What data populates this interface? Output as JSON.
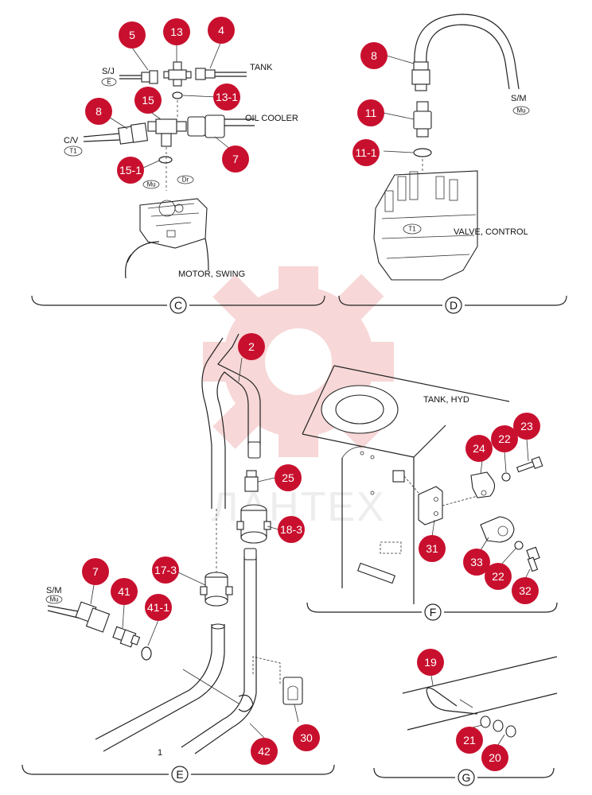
{
  "watermark": {
    "text": "ЛАНТЕХ",
    "color": "#f2b8b8"
  },
  "accent_color": "#c8102e",
  "sections": [
    {
      "id": "C",
      "label": "C"
    },
    {
      "id": "D",
      "label": "D"
    },
    {
      "id": "E",
      "label": "E"
    },
    {
      "id": "F",
      "label": "F"
    },
    {
      "id": "G",
      "label": "G"
    }
  ],
  "labels": {
    "sj": "S/J",
    "tank": "TANK",
    "oil_cooler": "OIL COOLER",
    "cv": "C/V",
    "motor_swing": "MOTOR, SWING",
    "sm_d": "S/M",
    "valve_control": "VALVE, CONTROL",
    "tank_hyd": "TANK, HYD",
    "sm_e": "S/M",
    "hose_1": "1"
  },
  "ports": {
    "e": "E",
    "t1_c": "T1",
    "mu_c": "Mu",
    "dr_c": "Dr",
    "mu_d": "Mu",
    "t1_d": "T1",
    "mu_e": "Mu"
  },
  "callouts": [
    {
      "id": "c-5",
      "text": "5"
    },
    {
      "id": "c-13",
      "text": "13"
    },
    {
      "id": "c-4",
      "text": "4"
    },
    {
      "id": "c-13-1",
      "text": "13-1"
    },
    {
      "id": "c-15",
      "text": "15"
    },
    {
      "id": "c-8c",
      "text": "8"
    },
    {
      "id": "c-7c",
      "text": "7"
    },
    {
      "id": "c-15-1",
      "text": "15-1"
    },
    {
      "id": "c-8d",
      "text": "8"
    },
    {
      "id": "c-11",
      "text": "11"
    },
    {
      "id": "c-11-1",
      "text": "11-1"
    },
    {
      "id": "c-2",
      "text": "2"
    },
    {
      "id": "c-25",
      "text": "25"
    },
    {
      "id": "c-18-3",
      "text": "18-3"
    },
    {
      "id": "c-17-3",
      "text": "17-3"
    },
    {
      "id": "c-7e",
      "text": "7"
    },
    {
      "id": "c-41",
      "text": "41"
    },
    {
      "id": "c-41-1",
      "text": "41-1"
    },
    {
      "id": "c-30",
      "text": "30"
    },
    {
      "id": "c-42",
      "text": "42"
    },
    {
      "id": "c-23",
      "text": "23"
    },
    {
      "id": "c-22a",
      "text": "22"
    },
    {
      "id": "c-24",
      "text": "24"
    },
    {
      "id": "c-31",
      "text": "31"
    },
    {
      "id": "c-33",
      "text": "33"
    },
    {
      "id": "c-22b",
      "text": "22"
    },
    {
      "id": "c-32",
      "text": "32"
    },
    {
      "id": "c-19",
      "text": "19"
    },
    {
      "id": "c-21",
      "text": "21"
    },
    {
      "id": "c-20",
      "text": "20"
    }
  ]
}
